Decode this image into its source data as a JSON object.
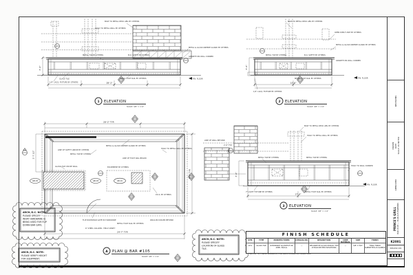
{
  "sheet": {
    "titleblock": {
      "revisions_label": "REVISIONS",
      "drawn_label": "DRAWN:",
      "date_label": "DATE:",
      "scale_label": "SCALE: AS NOTED",
      "approved_label": "APPROVED:",
      "project": "PRINCE'S GRILL",
      "sheet_title": "BAR #105 — PLAN & ELEVATIONS",
      "sheet_no": "K2001",
      "file_no": "K06-002-101"
    }
  },
  "views": {
    "v1": {
      "num": "1",
      "title": "ELEVATION",
      "scale": "SCALE: 3/8\" = 1'-0\"",
      "dim_w": "28'-2\"",
      "dim_h": "3'-6\"",
      "ann": [
        "BOLT TO METAL DECK ABV. BY OTHERS",
        "HOLD TO METAL WALL BY OTHERS",
        "METAL & GLASS SNEEZE GUARD BY OTHERS",
        "METAL TOP BY OTHERS",
        "B.O. SOFFIT BY OTHERS",
        "GLASS TILE",
        "1/4\" LACQ. FIXTURE BY OTHERS",
        "METAL FOOT RAIL BY OTHERS",
        "FIN. FLOOR",
        "GRANITE ON WALL CORNER"
      ]
    },
    "v2": {
      "num": "2",
      "title": "ELEVATION",
      "scale": "SCALE: 3/8\" = 1'-0\"",
      "dim_w": "13'-6\"",
      "dim_h": "3'-6\"",
      "ann": [
        "BOLT TO METAL DECK ABV. BY OTHERS",
        "OPEN SHELF UNIT BY OTHERS",
        "METAL & GLASS SNEEZE GUARD BY OTHERS",
        "METAL TOP BY OTHERS",
        "B.O. SOFFIT BY OTHERS",
        "GRANITE ON WALL CORNER",
        "METAL FOOT RAIL BY OTHERS",
        "1/4\" LACQ. FIXTURE BY OTHERS",
        "FIN. FLOOR"
      ]
    },
    "v3": {
      "num": "3",
      "title": "ELEVATION",
      "scale": "SCALE: 3/8\" = 1'-0\"",
      "dim_w": "17'-4\"",
      "dim_h": "3'-6\"",
      "dim_seg": "2'-0\" TYP.",
      "ann": [
        "BOLT TO METAL DECK ABV. BY OTHERS",
        "LINE OF WALL BEYOND",
        "HOLD TO METAL WALL BY OTHERS",
        "METAL TOP BY OTHERS",
        "METAL TOP BY OTHERS",
        "HOLD TO WALL CORNER",
        "7\" LIGHT FIXTURE BY OTHERS",
        "METAL FOOT RAIL BY OTHERS",
        "FIN. FLOOR"
      ]
    },
    "plan": {
      "num": "A",
      "title": "PLAN @ BAR #105",
      "scale": "SCALE: 3/8\" = 1'-0\"",
      "dim_top": "28'-2\" TYP.",
      "dim_bottom": "24'-7\" TYP.",
      "dim_left": "3'-7 1/2\"",
      "dim_right": "9'-0\" TYP.",
      "tags": [
        "GB-03",
        "GB-03",
        "GB-10"
      ],
      "ann": [
        "METAL & GLASS SNEEZE GUARD BY OTHERS",
        "LINE OF SOFFIT ABOVE BY OTHERS",
        "METAL TOP BY OTHERS",
        "GLASS TILE ON DIE WALL",
        "EQUIPMENT BY OTHERS",
        "FLIP DOWN BAR GATE W/ HARDWARE",
        "METAL FOOT RAIL BY OTHERS",
        "P.O.S. BY OTHERS",
        "6\" STEEL COLUMN - FIELD VERIFY",
        "WALK-IN COOLER BEYOND",
        "LINE OF FOOT RAIL BELOW",
        "HOLD TO METAL WALL BY OTHERS"
      ]
    }
  },
  "notes": [
    {
      "title": "ARCH./G.C. NOTE:",
      "lines": [
        "PLEASE SPECIFY",
        "WHAT HARDWARE IS",
        "BEING USED FOR FLIP",
        "DOWN BAR GATE."
      ]
    },
    {
      "title": "ARCH./G.C. NOTE:",
      "lines": [
        "PLEASE VERIFY HEIGHT",
        "FOR EQUIPMENT."
      ]
    },
    {
      "title": "ARCH./G.C. NOTE:",
      "lines": [
        "PLEASE SPECIFY",
        "LOCATION OF GLASS",
        "TILE."
      ]
    }
  ],
  "schedule": {
    "title": "FINISH SCHEDULE",
    "headers": [
      "SYM.",
      "TYPE",
      "MANUFACTURER",
      "CATALOG NO.",
      "DESCRIPTION",
      "CORE MATERIAL",
      "SIZE",
      "FINISH"
    ],
    "row": [
      "GT-1",
      "GLASS TILE",
      "OCEANSIDE GLASSTILE OR APPD. EQUAL",
      "—",
      "DECORATIVE GLASS MOSAIC TILE AT BAR DIE PER ELEVATIONS",
      "—",
      "5/8\" X 5/8\"",
      "FINAL FINISH SUBMITTED AS SAMPLE"
    ],
    "footnote": "* REFER TO FINISH BOARD/S FOR ADDITIONAL INFORMATION"
  }
}
